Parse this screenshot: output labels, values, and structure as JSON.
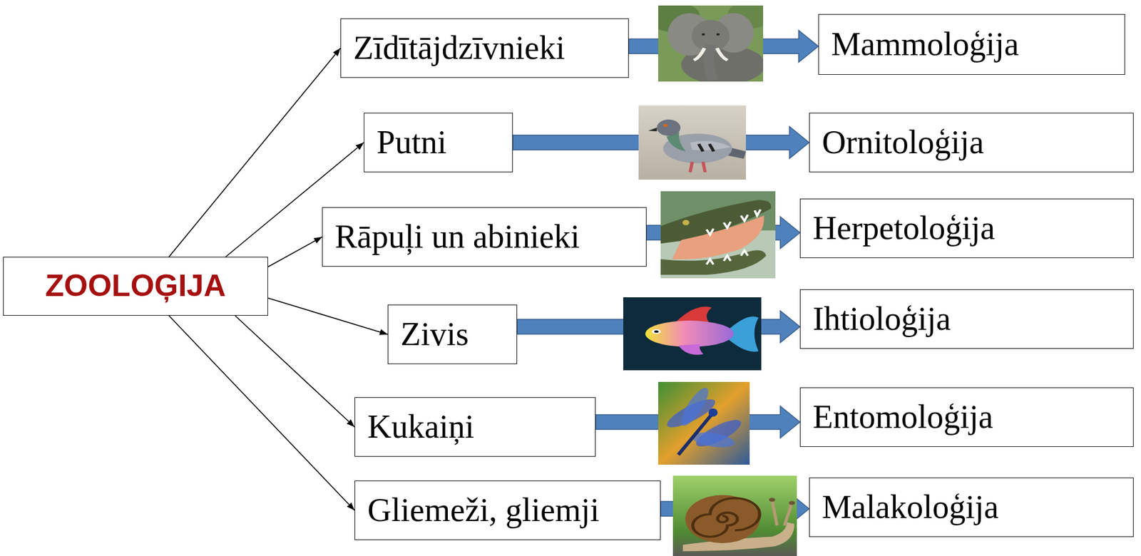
{
  "diagram": {
    "nodes": [
      {
        "text": [
          "ZOOLOĢIJA"
        ]
      },
      {
        "text": [
          "Zīdītājdzīvnieki"
        ]
      },
      {
        "text": [
          "Mammoloģija"
        ]
      },
      {
        "text": [
          "Putni"
        ]
      },
      {
        "text": [
          "Ornitoloģija"
        ]
      },
      {
        "text": [
          "Rāpuļi un abinieki"
        ]
      },
      {
        "text": [
          "Herpetoloģija"
        ]
      },
      {
        "text": [
          "Zivis"
        ]
      },
      {
        "text": [
          "Ihtioloģija"
        ]
      },
      {
        "text": [
          "Kukaiņi"
        ]
      },
      {
        "text": [
          "Entomoloģija"
        ]
      },
      {
        "text": [
          "Gliemeži, gliemji"
        ]
      },
      {
        "text": [
          "Malakoloģija"
        ]
      }
    ],
    "edges": [
      {
        "from": 0,
        "to": 1,
        "arrow": "to"
      },
      {
        "from": 0,
        "to": 3,
        "arrow": "to"
      },
      {
        "from": 0,
        "to": 5,
        "arrow": "to"
      },
      {
        "from": 0,
        "to": 7,
        "arrow": "to"
      },
      {
        "from": 0,
        "to": 9,
        "arrow": "to"
      },
      {
        "from": 0,
        "to": 11,
        "arrow": "to"
      },
      {
        "from": 1,
        "to": 2,
        "arrow": "to"
      },
      {
        "from": 3,
        "to": 4,
        "arrow": "to"
      },
      {
        "from": 5,
        "to": 6,
        "arrow": "to"
      },
      {
        "from": 7,
        "to": 8,
        "arrow": "to"
      },
      {
        "from": 9,
        "to": 10,
        "arrow": "to"
      },
      {
        "from": 11,
        "to": 12,
        "arrow": "to"
      }
    ]
  }
}
